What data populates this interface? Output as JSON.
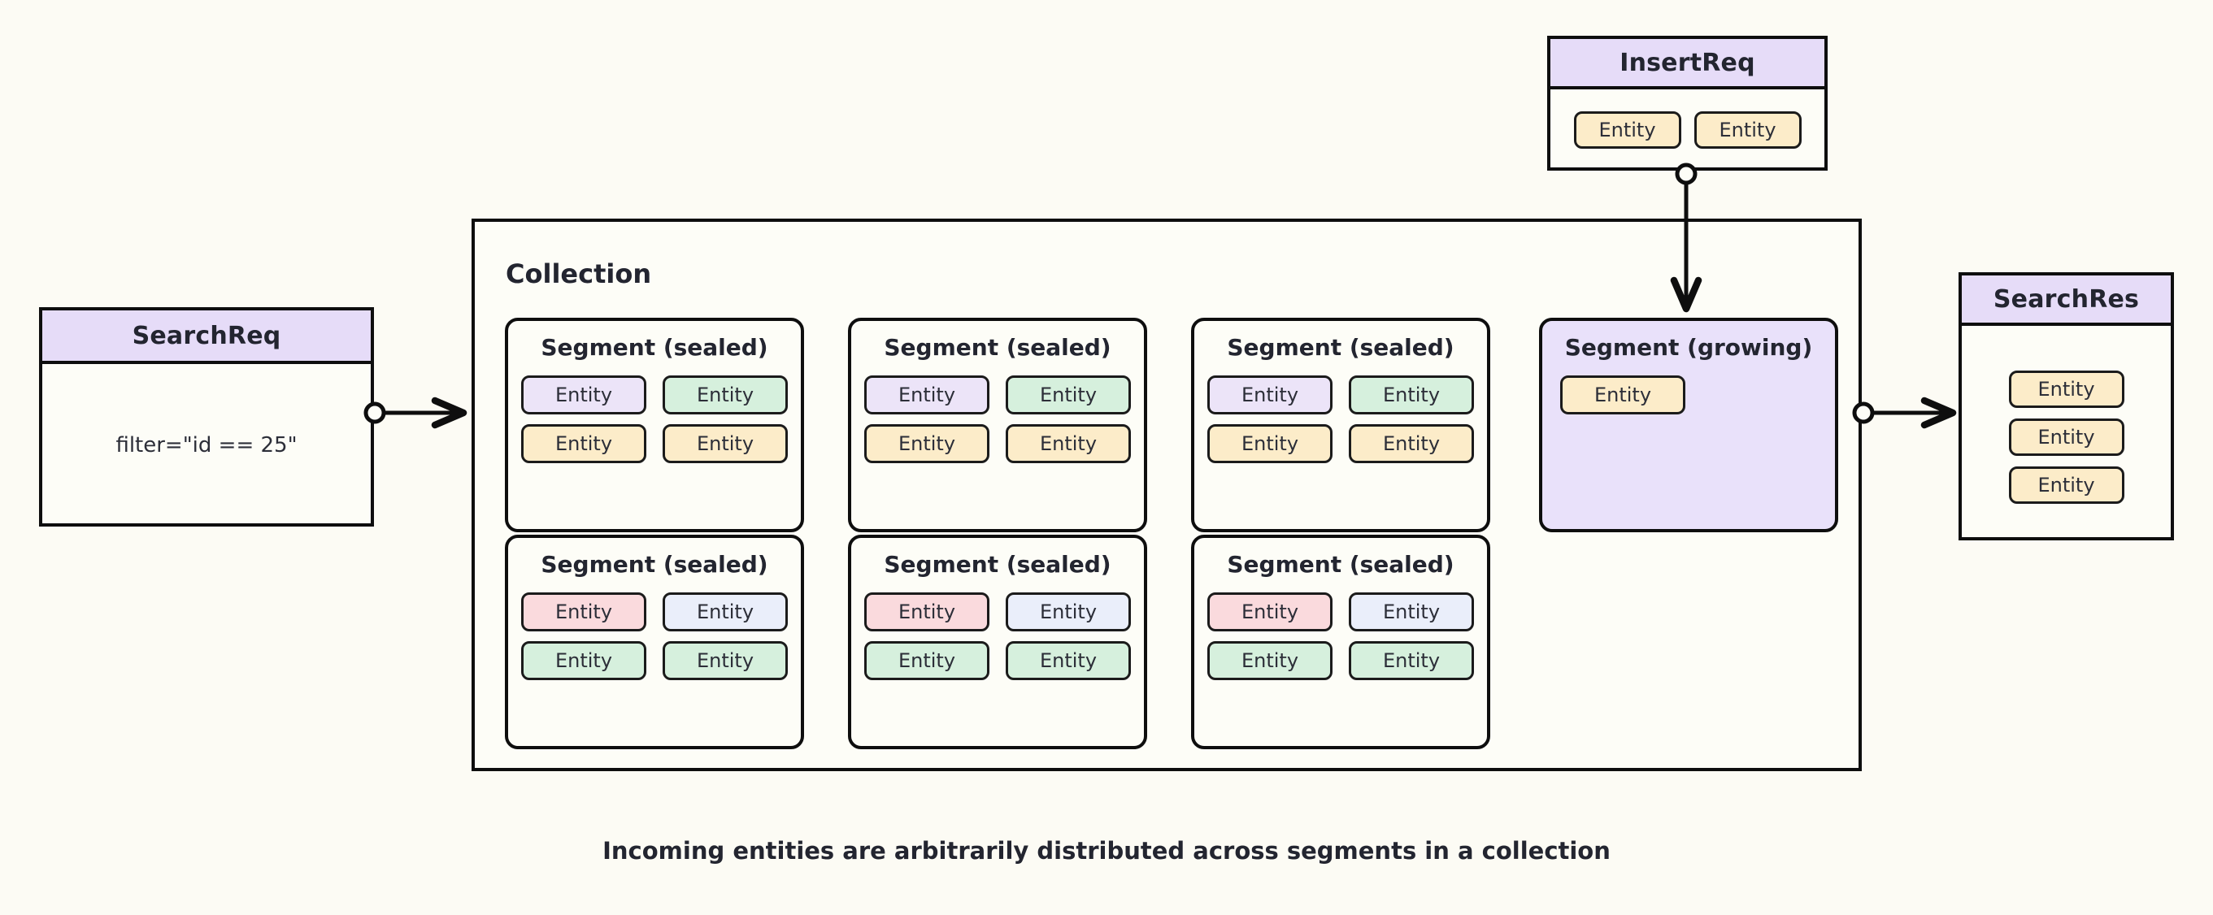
{
  "caption": "Incoming entities are arbitrarily distributed across segments in a collection",
  "colors": {
    "background": "#fcfbf4",
    "stroke": "#0e0e0e",
    "header_purple": "#e6dcf8",
    "growing_fill": "#e9e1fa",
    "entity_yellow": "#fcecc9",
    "entity_purple": "#ece4f8",
    "entity_green": "#d6f0dd",
    "entity_pink": "#fadadd",
    "entity_blue": "#eaeefa"
  },
  "search_request": {
    "title": "SearchReq",
    "filter": "filter=\"id == 25\""
  },
  "insert_request": {
    "title": "InsertReq",
    "entities": [
      {
        "label": "Entity",
        "color": "yellow"
      },
      {
        "label": "Entity",
        "color": "yellow"
      }
    ]
  },
  "search_response": {
    "title": "SearchRes",
    "entities": [
      {
        "label": "Entity",
        "color": "yellow"
      },
      {
        "label": "Entity",
        "color": "yellow"
      },
      {
        "label": "Entity",
        "color": "yellow"
      }
    ]
  },
  "collection": {
    "label": "Collection",
    "segments": [
      {
        "title": "Segment (sealed)",
        "state": "sealed",
        "entities": [
          {
            "label": "Entity",
            "color": "purple"
          },
          {
            "label": "Entity",
            "color": "green"
          },
          {
            "label": "Entity",
            "color": "yellow"
          },
          {
            "label": "Entity",
            "color": "yellow"
          }
        ]
      },
      {
        "title": "Segment (sealed)",
        "state": "sealed",
        "entities": [
          {
            "label": "Entity",
            "color": "purple"
          },
          {
            "label": "Entity",
            "color": "green"
          },
          {
            "label": "Entity",
            "color": "yellow"
          },
          {
            "label": "Entity",
            "color": "yellow"
          }
        ]
      },
      {
        "title": "Segment (sealed)",
        "state": "sealed",
        "entities": [
          {
            "label": "Entity",
            "color": "purple"
          },
          {
            "label": "Entity",
            "color": "green"
          },
          {
            "label": "Entity",
            "color": "yellow"
          },
          {
            "label": "Entity",
            "color": "yellow"
          }
        ]
      },
      {
        "title": "Segment (sealed)",
        "state": "sealed",
        "entities": [
          {
            "label": "Entity",
            "color": "pink"
          },
          {
            "label": "Entity",
            "color": "blue"
          },
          {
            "label": "Entity",
            "color": "green"
          },
          {
            "label": "Entity",
            "color": "green"
          }
        ]
      },
      {
        "title": "Segment (sealed)",
        "state": "sealed",
        "entities": [
          {
            "label": "Entity",
            "color": "pink"
          },
          {
            "label": "Entity",
            "color": "blue"
          },
          {
            "label": "Entity",
            "color": "green"
          },
          {
            "label": "Entity",
            "color": "green"
          }
        ]
      },
      {
        "title": "Segment (sealed)",
        "state": "sealed",
        "entities": [
          {
            "label": "Entity",
            "color": "pink"
          },
          {
            "label": "Entity",
            "color": "blue"
          },
          {
            "label": "Entity",
            "color": "green"
          },
          {
            "label": "Entity",
            "color": "green"
          }
        ]
      }
    ],
    "growing_segment": {
      "title": "Segment (growing)",
      "state": "growing",
      "entities": [
        {
          "label": "Entity",
          "color": "yellow"
        }
      ]
    }
  },
  "connectors": [
    {
      "name": "searchreq-to-collection",
      "from": "SearchReq",
      "to": "Collection",
      "direction": "right"
    },
    {
      "name": "insertreq-to-growing-segment",
      "from": "InsertReq",
      "to": "Segment (growing)",
      "direction": "down"
    },
    {
      "name": "collection-to-searchres",
      "from": "Collection",
      "to": "SearchRes",
      "direction": "right"
    }
  ]
}
